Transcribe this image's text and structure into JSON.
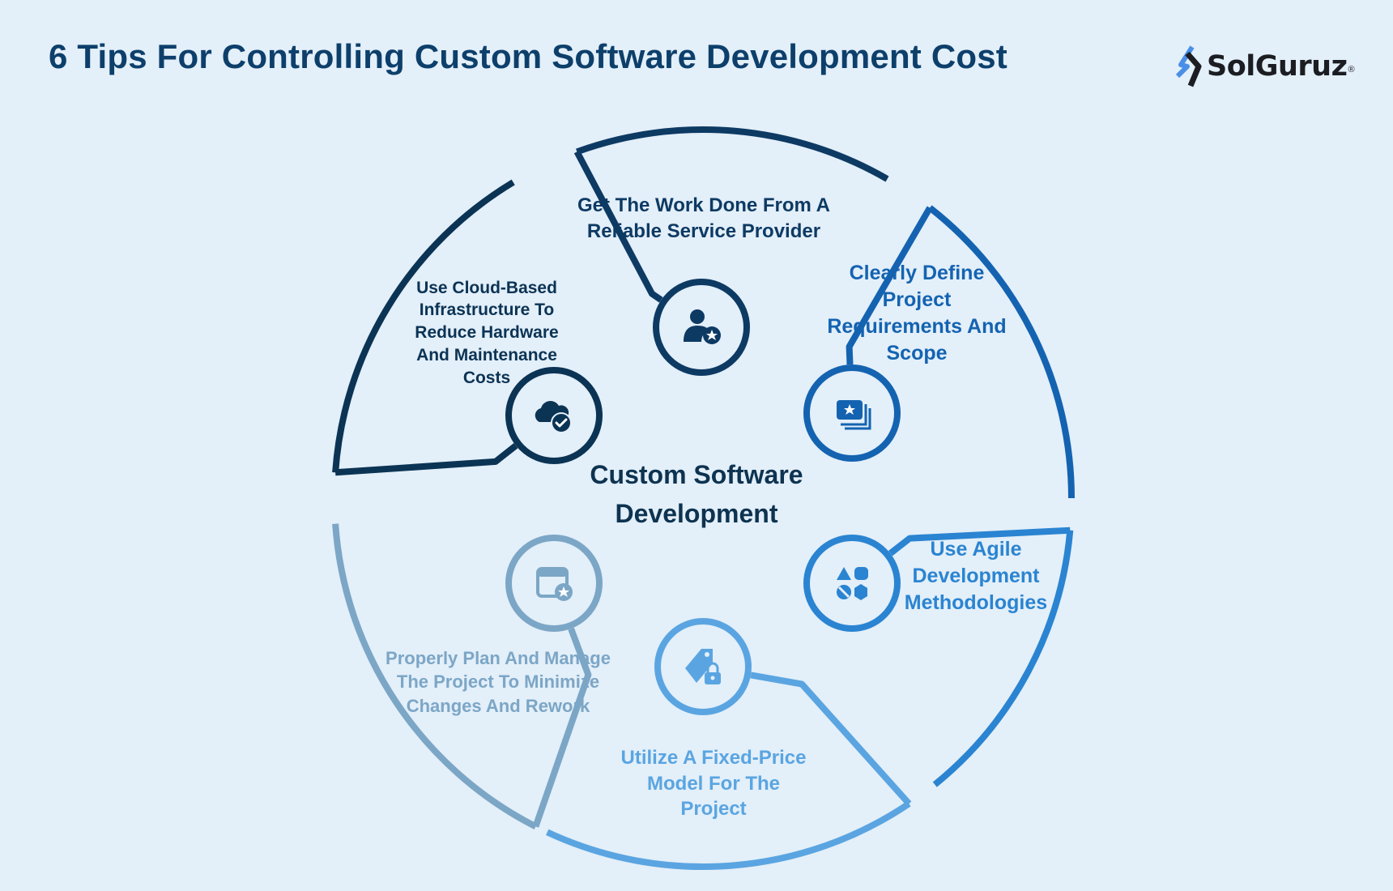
{
  "title": "6 Tips For Controlling Custom Software Development Cost",
  "brand": {
    "name": "SolGuruz",
    "mark": "®"
  },
  "center": {
    "line1": "Custom Software",
    "line2": "Development"
  },
  "segments": [
    {
      "label": "Get The Work Done From A Reliable Service Provider",
      "icon": "user-star-icon",
      "color": "#0d3a63"
    },
    {
      "label": "Clearly Define Project Requirements And Scope",
      "icon": "documents-star-icon",
      "color": "#1463b1"
    },
    {
      "label": "Use Agile Development Methodologies",
      "icon": "shapes-icon",
      "color": "#2a84d1"
    },
    {
      "label": "Utilize A Fixed-Price Model For The Project",
      "icon": "price-tag-lock-icon",
      "color": "#5aa5e1"
    },
    {
      "label": "Properly Plan And Manage The Project To Minimize Changes And Rework",
      "icon": "calendar-star-icon",
      "color": "#7ca6c6"
    },
    {
      "label": "Use Cloud-Based Infrastructure To Reduce Hardware And Maintenance Costs",
      "icon": "cloud-check-icon",
      "color": "#0b3354"
    }
  ]
}
